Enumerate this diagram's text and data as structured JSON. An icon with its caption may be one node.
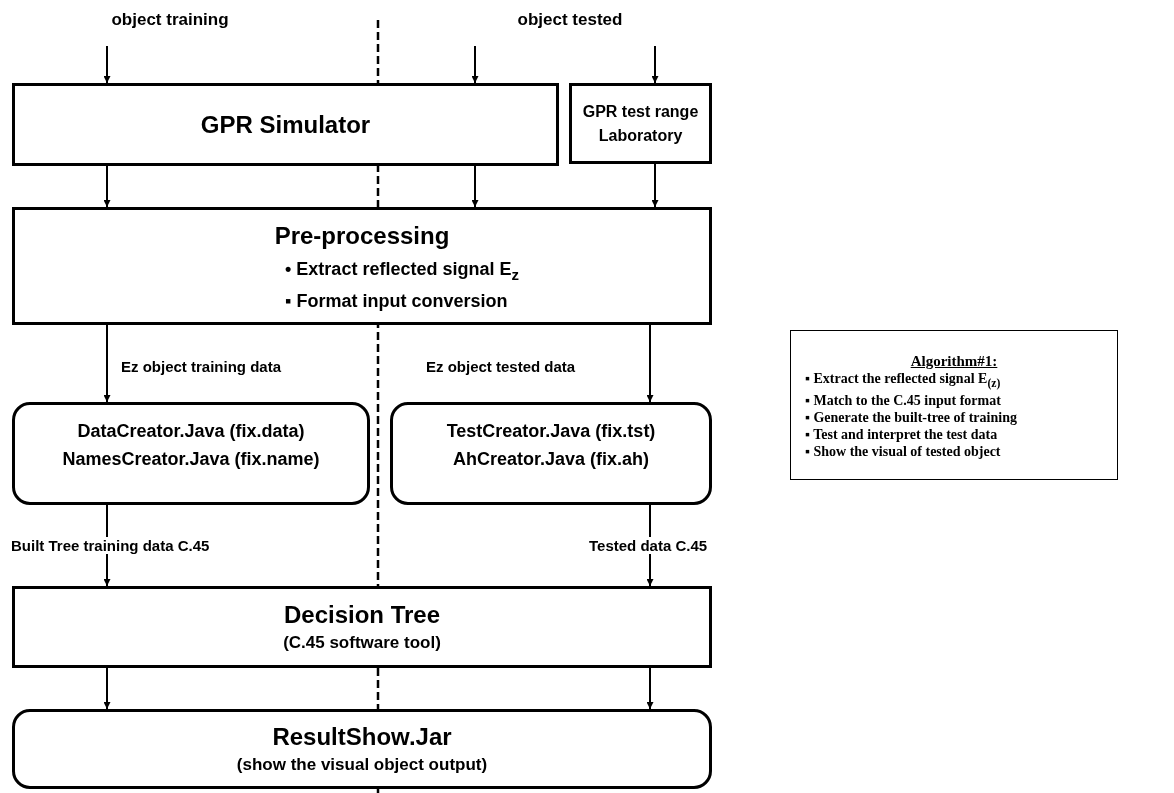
{
  "diagram": {
    "nodes": [
      {
        "text": [
          "object training"
        ]
      },
      {
        "text": [
          "object tested"
        ]
      },
      {
        "text": [
          "GPR Simulator"
        ]
      },
      {
        "text": [
          "GPR test range Laboratory"
        ]
      },
      {
        "text": [
          "Pre-processing",
          "• Extract reflected signal E$_{z}$",
          "▪ Format input conversion"
        ]
      },
      {
        "text": [
          "DataCreator.Java (fix.data)",
          "NamesCreator.Java (fix.name)"
        ]
      },
      {
        "text": [
          "TestCreator.Java (fix.tst)",
          "AhCreator.Java (fix.ah)"
        ]
      },
      {
        "text": [
          "Decision Tree",
          "(C.45 software tool)"
        ]
      },
      {
        "text": [
          "ResultShow.Jar",
          "(show the visual object output)"
        ]
      },
      {
        "text": [
          "Algorithm#1:",
          "▪ Extract the reflected signal E$_{(z)}$",
          "▪ Match to the C.45 input format",
          "▪ Generate the built-tree of training",
          "▪ Test and interpret the test data",
          "▪ Show the visual of tested object"
        ]
      }
    ],
    "edges": [
      {
        "from": 0,
        "to": 2,
        "arrow": "to"
      },
      {
        "from": 1,
        "to": 2,
        "arrow": "to"
      },
      {
        "from": 1,
        "to": 3,
        "arrow": "to"
      },
      {
        "from": 2,
        "to": 4,
        "arrow": "to"
      },
      {
        "from": 2,
        "to": 4,
        "arrow": "to"
      },
      {
        "from": 3,
        "to": 4,
        "arrow": "to"
      },
      {
        "from": 4,
        "to": 5,
        "arrow": "to",
        "label": "Ez object training data"
      },
      {
        "from": 4,
        "to": 6,
        "arrow": "to",
        "label": "Ez object tested data"
      },
      {
        "from": 5,
        "to": 7,
        "arrow": "to",
        "label": "Built Tree training data C.45"
      },
      {
        "from": 6,
        "to": 7,
        "arrow": "to",
        "label": "Tested data C.45"
      },
      {
        "from": 7,
        "to": 8,
        "arrow": "to"
      },
      {
        "from": 7,
        "to": 8,
        "arrow": "to"
      }
    ]
  }
}
